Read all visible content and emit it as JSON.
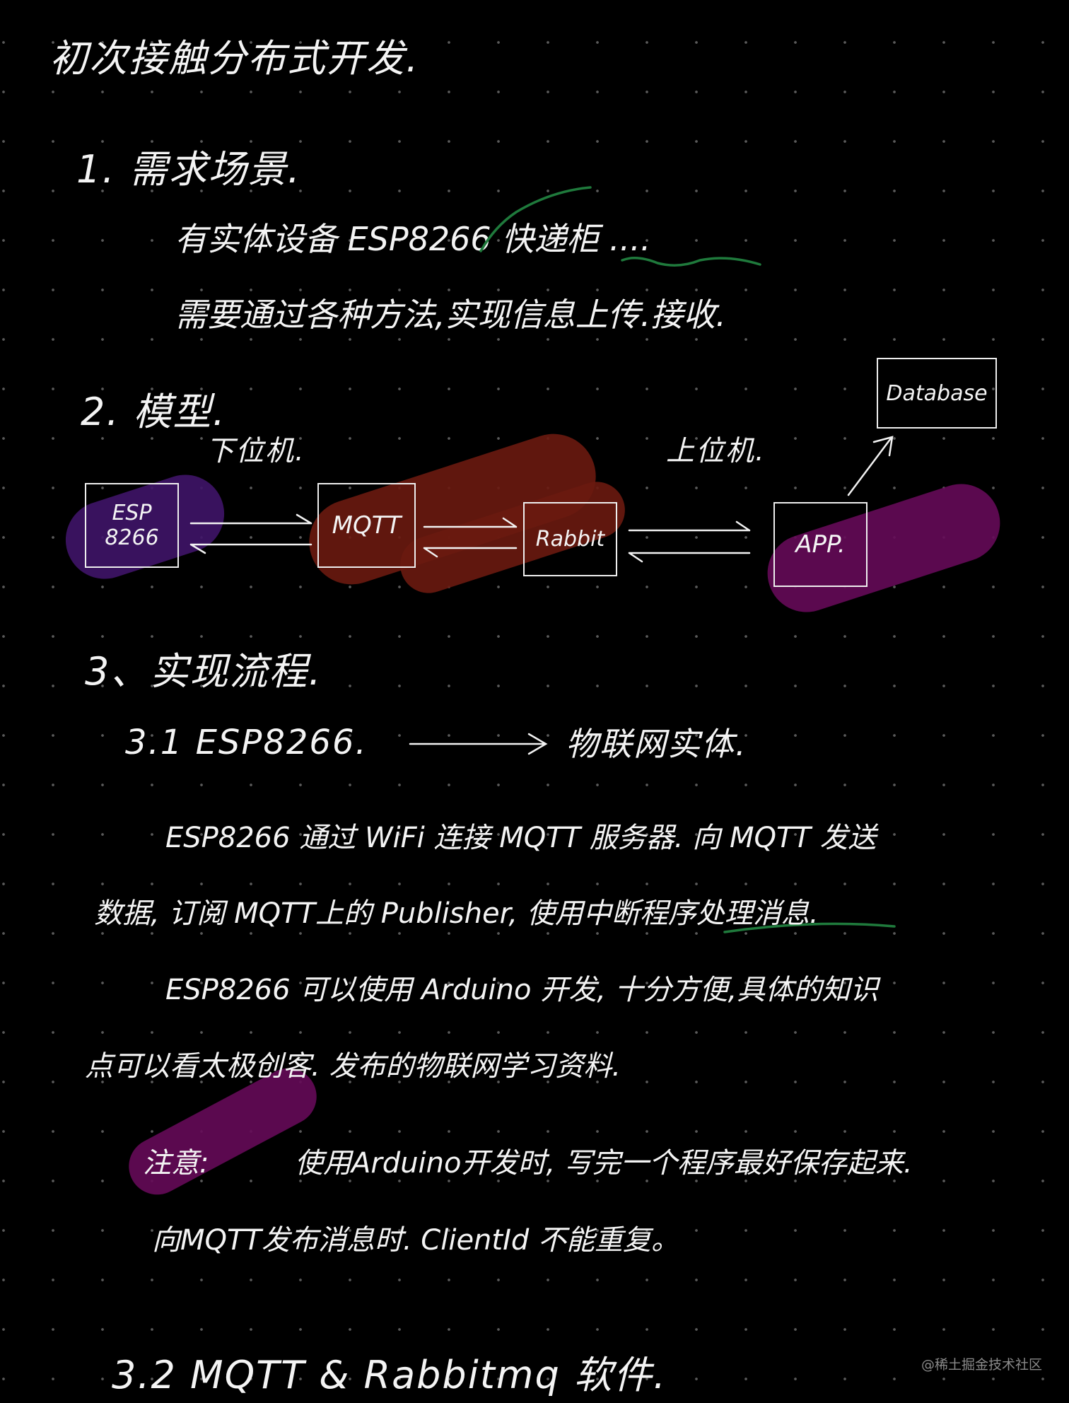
{
  "title": "初次接触分布式开发.",
  "section1": {
    "heading": "1. 需求场景.",
    "line1": "有实体设备 ESP8266 快递柜 ....",
    "line2": "需要通过各种方法,实现信息上传.接收."
  },
  "section2": {
    "heading": "2. 模型.",
    "lower_label": "下位机.",
    "upper_label": "上位机.",
    "nodes": {
      "esp": "ESP 8266",
      "mqtt": "MQTT",
      "rabbit": "Rabbit",
      "app": "APP.",
      "database": "Database"
    },
    "colors": {
      "esp": "#3f1468",
      "mqtt": "#6a1a10",
      "rabbit": "#6a1a10",
      "app": "#650a58",
      "check": "#1f7a3c"
    }
  },
  "section3": {
    "heading": "3、实现流程.",
    "sub1": {
      "heading": "3.1 ESP8266.",
      "arrow_target": "物联网实体.",
      "p1_line1": "ESP8266 通过 WiFi 连接 MQTT 服务器. 向 MQTT 发送",
      "p1_line2": "数据, 订阅 MQTT上的 Publisher, 使用中断程序处理消息.",
      "p2_line1": "ESP8266 可以使用 Arduino 开发, 十分方便,具体的知识",
      "p2_line2": "点可以看太极创客. 发布的物联网学习资料.",
      "note_label": "注意:",
      "note_line1": "使用Arduino开发时, 写完一个程序最好保存起来.",
      "note_line2": "向MQTT发布消息时. ClientId 不能重复。"
    },
    "sub2": {
      "heading": "3.2 MQTT & Rabbitmq 软件."
    }
  },
  "watermark": "@稀土掘金技术社区"
}
